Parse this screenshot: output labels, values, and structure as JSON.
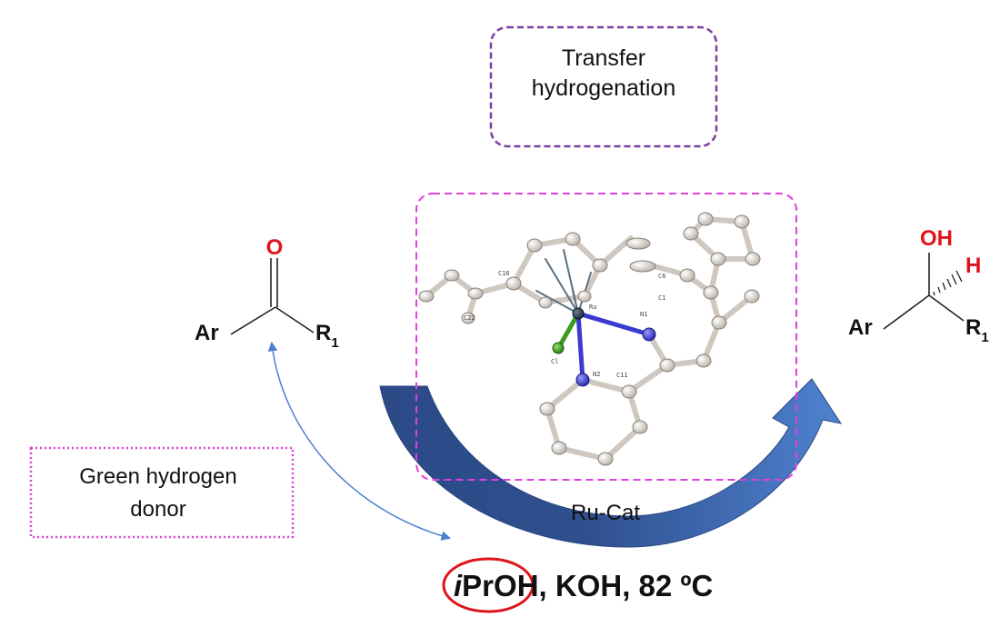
{
  "boxes": {
    "transfer_line1": "Transfer",
    "transfer_line2": "hydrogenation",
    "green_line1": "Green hydrogen",
    "green_line2": "donor"
  },
  "reactant": {
    "oxygen": "O",
    "ar": "Ar",
    "r": "R",
    "r_sub": "1"
  },
  "product": {
    "oh": "OH",
    "h": "H",
    "ar": "Ar",
    "r": "R",
    "r_sub": "1"
  },
  "catalyst": {
    "label": "Ru-Cat",
    "atoms": {
      "ru": "Ru",
      "n1": "N1",
      "n2": "N2",
      "cl": "Cl",
      "c1": "C1",
      "c6": "C6",
      "c11": "C11",
      "c16": "C16",
      "c22": "C22"
    }
  },
  "conditions": {
    "solvent_italic": "i",
    "solvent_rest": "PrOH",
    "rest": ", KOH, 82 ºC"
  },
  "colors": {
    "purple_box": "#7a3fa0",
    "magenta_box": "#e040e0",
    "red_highlight": "#e0131b",
    "arrow_dark": "#2f4f8f",
    "arrow_light": "#4d7cc8",
    "nitrogen": "#3a3ad0",
    "chlorine": "#3a9a20",
    "carbon": "#d8d2cc"
  }
}
